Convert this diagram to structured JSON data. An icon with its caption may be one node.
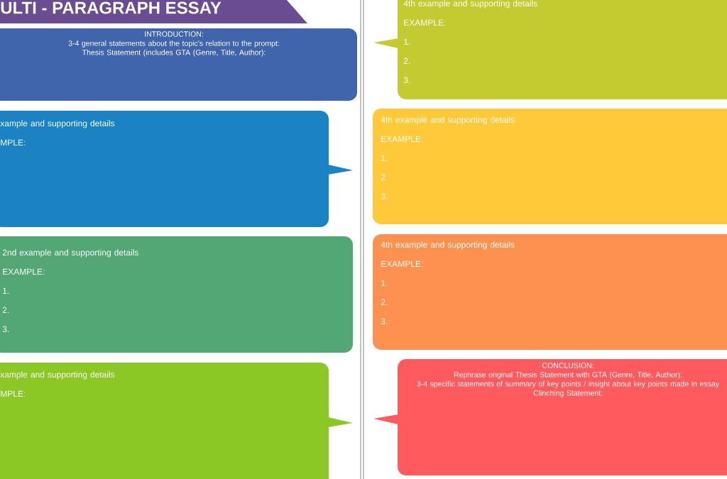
{
  "diagram": {
    "title": "ULTI - PARAGRAPH ESSAY",
    "nodes": [
      {
        "text": [
          "INTRODUCTION:",
          "3-4 general statements about the topic's relation to the prompt:",
          "Thesis Statement (includes GTA (Genre, Title, Author):"
        ]
      },
      {
        "text": [
          "xample and supporting details",
          "MPLE:"
        ]
      },
      {
        "text": [
          "2nd example and supporting details",
          "EXAMPLE:",
          "1.",
          "2.",
          "3."
        ]
      },
      {
        "text": [
          "xample and supporting details",
          "MPLE:"
        ]
      },
      {
        "text": [
          "4th example and supporting details",
          "EXAMPLE:",
          "1.",
          "2.",
          "3."
        ]
      },
      {
        "text": [
          "4th example and supporting details",
          "EXAMPLE:",
          "1.",
          "2.",
          "3."
        ]
      },
      {
        "text": [
          "4th example and supporting details",
          "EXAMPLE:",
          "1.",
          "2.",
          "3."
        ]
      },
      {
        "text": [
          "CONCLUSION:",
          "Rephrase original Thesis Statement with GTA (Genre, Title, Author):",
          "3-4 specific statements of summary of key points / insight about key points made in essay",
          "Clinching Statement:"
        ]
      }
    ]
  }
}
